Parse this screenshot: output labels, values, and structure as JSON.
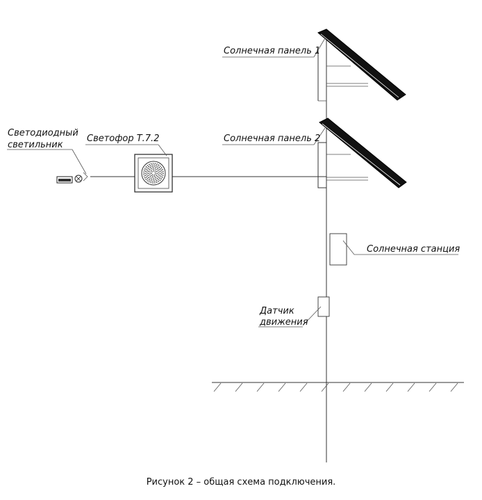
{
  "labels": {
    "solar_panel_1": "Солнечная панель 1",
    "solar_panel_2": "Солнечная панель 2",
    "led_lamp_line1": "Светодиодный",
    "led_lamp_line2": "светильник",
    "traffic_light": "Светофор Т.7.2",
    "solar_station": "Солнечная станция",
    "motion_sensor_line1": "Датчик",
    "motion_sensor_line2": "движения"
  },
  "caption": "Рисунок 2 – общая схема подключения.",
  "colors": {
    "panel": "#111111",
    "lines": "#333333",
    "background": "#ffffff"
  }
}
